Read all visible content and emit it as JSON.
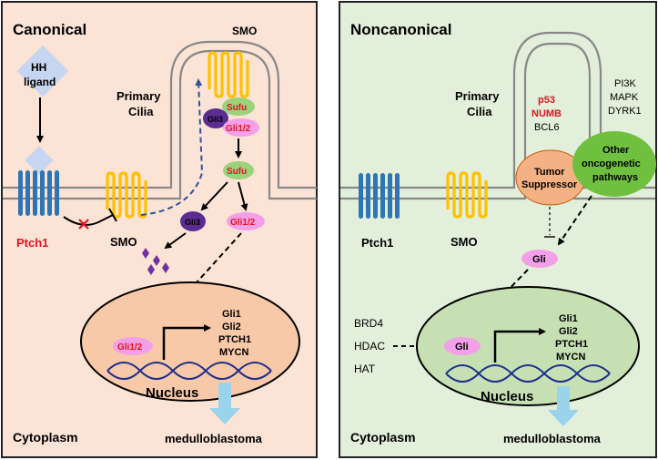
{
  "canonical": {
    "title": "Canonical",
    "smo_top_label": "SMO",
    "hh_ligand_line1": "HH",
    "hh_ligand_line2": "ligand",
    "primary_cilia_line1": "Primary",
    "primary_cilia_line2": "Cilia",
    "sufu_label": "Sufu",
    "gli3_label": "Gli3",
    "gli12_label": "Gli1/2",
    "sufu_free_label": "Sufu",
    "gli3_free_label": "Gli3",
    "gli12_free_label": "Gli1/2",
    "ptch1_label": "Ptch1",
    "smo_label": "SMO",
    "nucleus_gli12_label": "Gli1/2",
    "targets": [
      "Gli1",
      "Gli2",
      "PTCH1",
      "MYCN"
    ],
    "nucleus_label": "Nucleus",
    "cytoplasm_label": "Cytoplasm",
    "outcome_label": "medulloblastoma"
  },
  "noncanonical": {
    "title": "Noncanonical",
    "primary_cilia_line1": "Primary",
    "primary_cilia_line2": "Cilia",
    "tumor_suppressors": [
      "p53",
      "NUMB",
      "BCL6"
    ],
    "tumor_suppressor_line1": "Tumor",
    "tumor_suppressor_line2": "Suppressor",
    "kinases": [
      "PI3K",
      "MAPK",
      "DYRK1"
    ],
    "other_pathways_line1": "Other",
    "other_pathways_line2": "oncogenetic",
    "other_pathways_line3": "pathways",
    "ptch1_label": "Ptch1",
    "smo_label": "SMO",
    "gli_label": "Gli",
    "modifiers": [
      "BRD4",
      "HDAC",
      "HAT"
    ],
    "nucleus_gli_label": "Gli",
    "targets": [
      "Gli1",
      "Gli2",
      "PTCH1",
      "MYCN"
    ],
    "nucleus_label": "Nucleus",
    "cytoplasm_label": "Cytoplasm",
    "outcome_label": "medulloblastoma"
  },
  "colors": {
    "left_bg": "#fbe3d6",
    "right_bg": "#e2efda",
    "ptch1": "#2e75b6",
    "smo": "#ffc000",
    "red_text": "#e0141e",
    "gli3": "#5b2c91",
    "gli12": "#f4a0e8",
    "sufu": "#9bd27c",
    "nucleus_left": "#f7c9a8",
    "nucleus_right": "#c6e0b4",
    "tumor_suppressor": "#f4b183",
    "other_pathways": "#70c040",
    "outcome_arrow": "#9ad3ec"
  }
}
